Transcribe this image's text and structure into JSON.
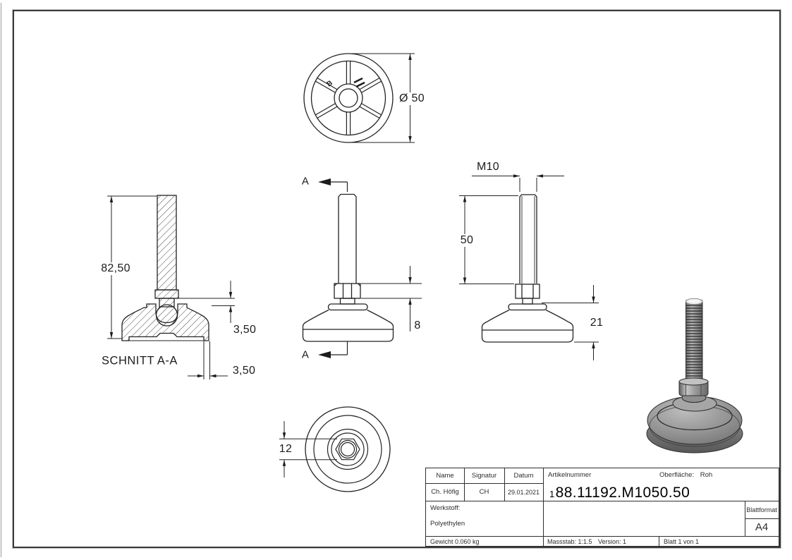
{
  "colors": {
    "line": "#232323",
    "text": "#1c1c1c",
    "border": "#2f2f2f"
  },
  "views": {
    "top_view": {
      "diameter": "Ø 50",
      "mark": "B"
    },
    "section_view": {
      "title": "SCHNITT A-A",
      "overall_height": "82,50",
      "gap": "3,50",
      "wall_thickness": "3,50"
    },
    "front_view": {
      "section_letter_top": "A",
      "section_letter_bottom": "A",
      "nut_height": "8"
    },
    "side_view": {
      "thread": "M10",
      "thread_length": "50",
      "base_height": "21"
    },
    "bottom_view": {
      "hex_width": "12"
    }
  },
  "title_block": {
    "headers": {
      "name": "Name",
      "signatur": "Signatur",
      "datum": "Datum"
    },
    "values": {
      "name": "Ch. Höfig",
      "signatur": "CH",
      "datum": "29.01.2021"
    },
    "artikelnummer_label": "Artikelnummer",
    "artikelnummer_prefix": "1",
    "artikelnummer": "88.11192.M1050.50",
    "oberflaeche_label": "Oberfläche:",
    "oberflaeche_value": "Roh",
    "werkstoff_label": "Werkstoff:",
    "werkstoff_value": "Polyethylen",
    "gewicht": "Gewicht 0.060 kg",
    "massstab": "Massstab: 1:1.5",
    "version": "Version: 1",
    "blatt": "Blatt 1 von 1",
    "blattformat_label": "Blattformat",
    "blattformat_value": "A4"
  }
}
